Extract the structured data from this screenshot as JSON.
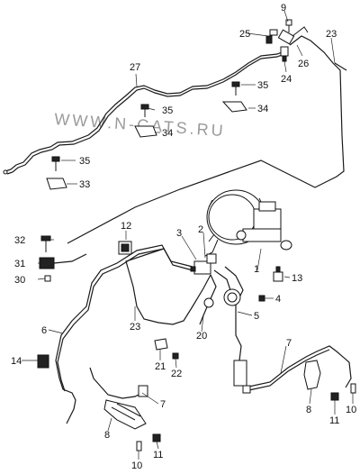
{
  "watermark": "WWW.N-CATS.RU",
  "callouts": {
    "c9": "9",
    "c25": "25",
    "c23_top": "23",
    "c26": "26",
    "c27": "27",
    "c24": "24",
    "c35_a": "35",
    "c35_b": "35",
    "c34_a": "34",
    "c34_b": "34",
    "c35_c": "35",
    "c33": "33",
    "c12": "12",
    "c2": "2",
    "c3": "3",
    "c32": "32",
    "c31": "31",
    "c30": "30",
    "c1": "1",
    "c13": "13",
    "c4": "4",
    "c5": "5",
    "c23_mid": "23",
    "c20": "20",
    "c6": "6",
    "c7_a": "7",
    "c14": "14",
    "c21": "21",
    "c22": "22",
    "c7_b": "7",
    "c8_a": "8",
    "c11_a": "11",
    "c10_a": "10",
    "c8_b": "8",
    "c10_b": "10",
    "c11_b": "11"
  }
}
